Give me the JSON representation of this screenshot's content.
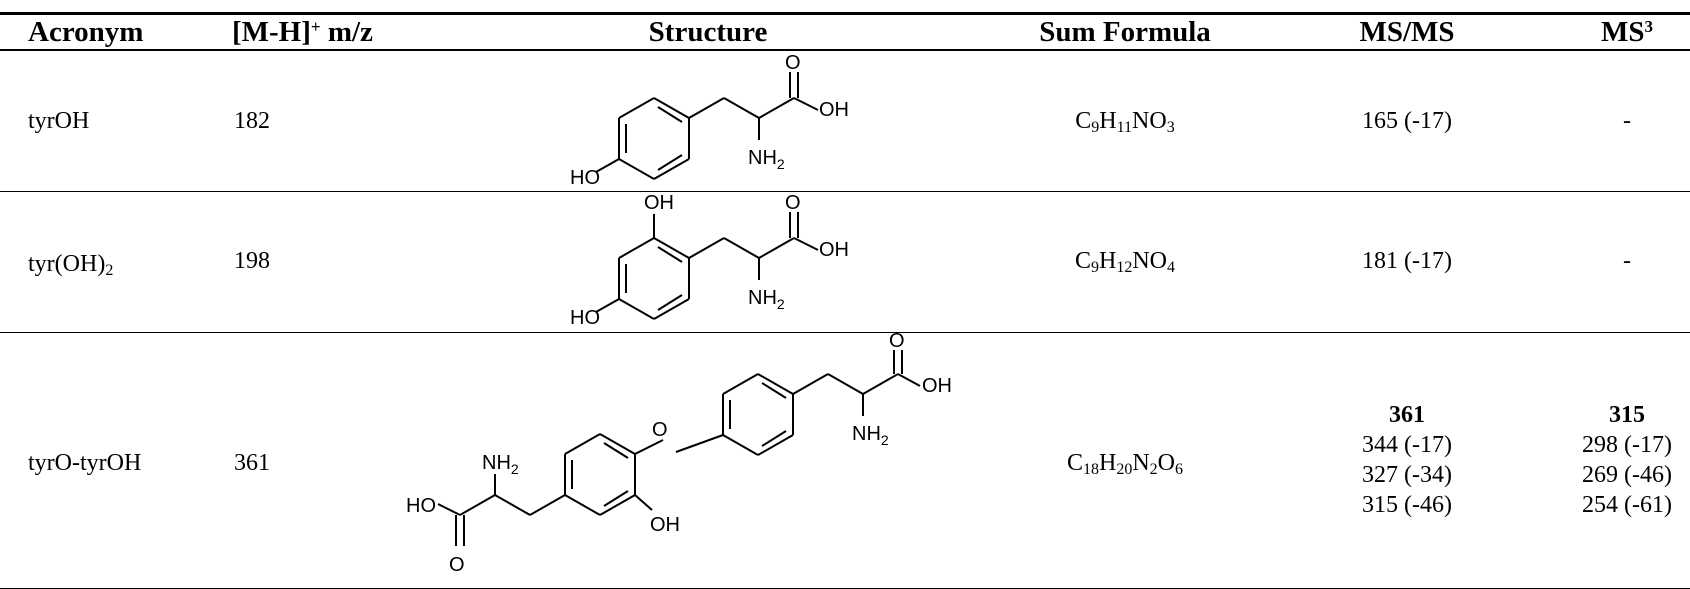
{
  "headers": {
    "acronym": "Acronym",
    "mh_prefix": "[M-H]",
    "mh_sup": "+",
    "mh_suffix": " m/z",
    "structure": "Structure",
    "sum_formula": "Sum Formula",
    "msms": "MS/MS",
    "ms3_base": "MS",
    "ms3_sup": "3"
  },
  "rows": [
    {
      "acronym": "tyrOH",
      "mz": "182",
      "formula": {
        "C": "C",
        "Cn": "9",
        "H": "H",
        "Hn": "11",
        "rest": "NO",
        "restn": "3"
      },
      "msms": "165 (-17)",
      "ms3": "-"
    },
    {
      "acronym_base": "tyr(OH)",
      "acronym_sub": "2",
      "mz": "198",
      "formula": {
        "C": "C",
        "Cn": "9",
        "H": "H",
        "Hn": "12",
        "rest": "NO",
        "restn": "4"
      },
      "msms": "181 (-17)",
      "ms3": "-"
    },
    {
      "acronym": "tyrO-tyrOH",
      "mz": "361",
      "formula": {
        "C": "C",
        "Cn": "18",
        "H": "H",
        "Hn": "20",
        "N": "N",
        "Nn": "2",
        "O": "O",
        "On": "6"
      },
      "msms_head": "361",
      "msms_lines": [
        "344 (-17)",
        "327 (-34)",
        "315 (-46)"
      ],
      "ms3_head": "315",
      "ms3_lines": [
        "298 (-17)",
        "269 (-46)",
        "254 (-61)"
      ]
    }
  ],
  "structure_labels": {
    "O": "O",
    "OH": "OH",
    "HO": "HO",
    "NH": "NH",
    "sub2": "2"
  }
}
